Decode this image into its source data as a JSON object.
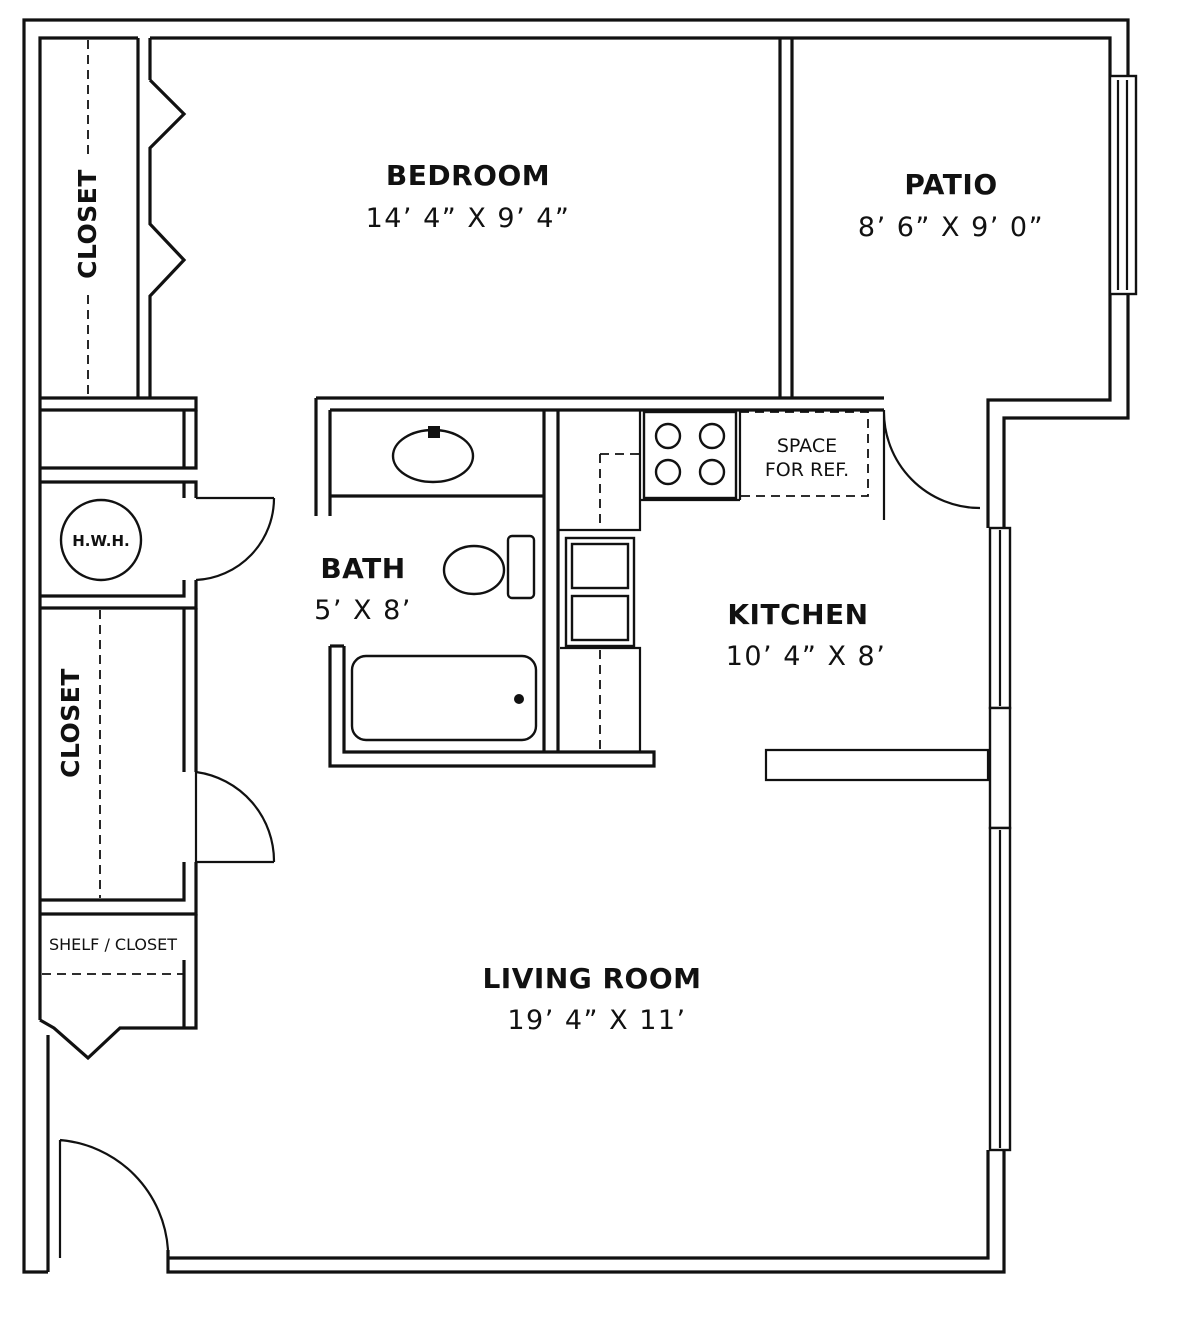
{
  "rooms": {
    "bedroom": {
      "name": "BEDROOM",
      "dims": "14’ 4” X 9’ 4”"
    },
    "patio": {
      "name": "PATIO",
      "dims": "8’ 6” X 9’ 0”"
    },
    "bath": {
      "name": "BATH",
      "dims": "5’ X 8’"
    },
    "kitchen": {
      "name": "KITCHEN",
      "dims": "10’ 4” X 8’"
    },
    "living": {
      "name": "LIVING ROOM",
      "dims": "19’ 4” X 11’"
    }
  },
  "labels": {
    "closet_top": "CLOSET",
    "closet_mid": "CLOSET",
    "hwh": "H.W.H.",
    "shelf_closet": "SHELF / CLOSET",
    "ref_line1": "SPACE",
    "ref_line2": "FOR REF."
  }
}
